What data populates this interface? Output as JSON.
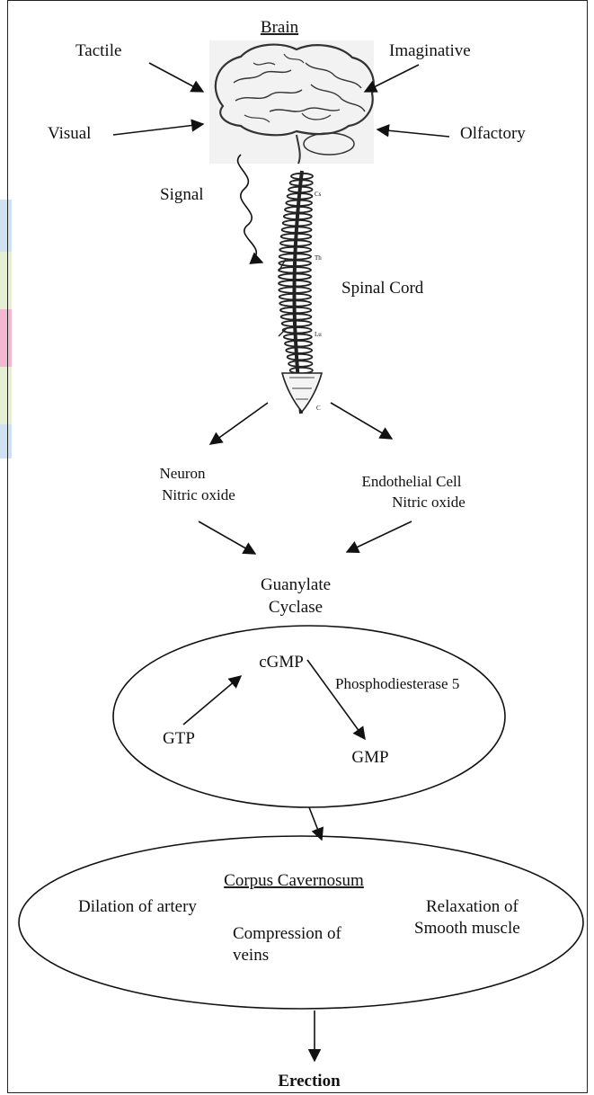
{
  "brain": {
    "title": "Brain",
    "inputs": {
      "tactile": "Tactile",
      "imaginative": "Imaginative",
      "visual": "Visual",
      "olfactory": "Olfactory"
    }
  },
  "signal_label": "Signal",
  "spinal_cord_label": "Spinal Cord",
  "spine_level_marks": [
    "Cs",
    "Th",
    "Lu",
    "C"
  ],
  "neuron": {
    "line1": "Neuron",
    "line2": "Nitric oxide"
  },
  "endothelial": {
    "line1": "Endothelial Cell",
    "line2": "Nitric oxide"
  },
  "guanylate": {
    "line1": "Guanylate",
    "line2": "Cyclase"
  },
  "cycle": {
    "cgmp": "cGMP",
    "gtp": "GTP",
    "gmp": "GMP",
    "enzyme": "Phosphodiesterase 5"
  },
  "corpus": {
    "title": "Corpus Cavernosum",
    "dilation": "Dilation of artery",
    "compression_line1": "Compression of",
    "compression_line2": "veins",
    "relaxation_line1": "Relaxation of",
    "relaxation_line2": "Smooth muscle"
  },
  "result": "Erection",
  "colors": {
    "ink": "#111111",
    "strip_blue": "#cfe1f3",
    "strip_green": "#e4efd4",
    "strip_pink": "#f2b8cf"
  }
}
